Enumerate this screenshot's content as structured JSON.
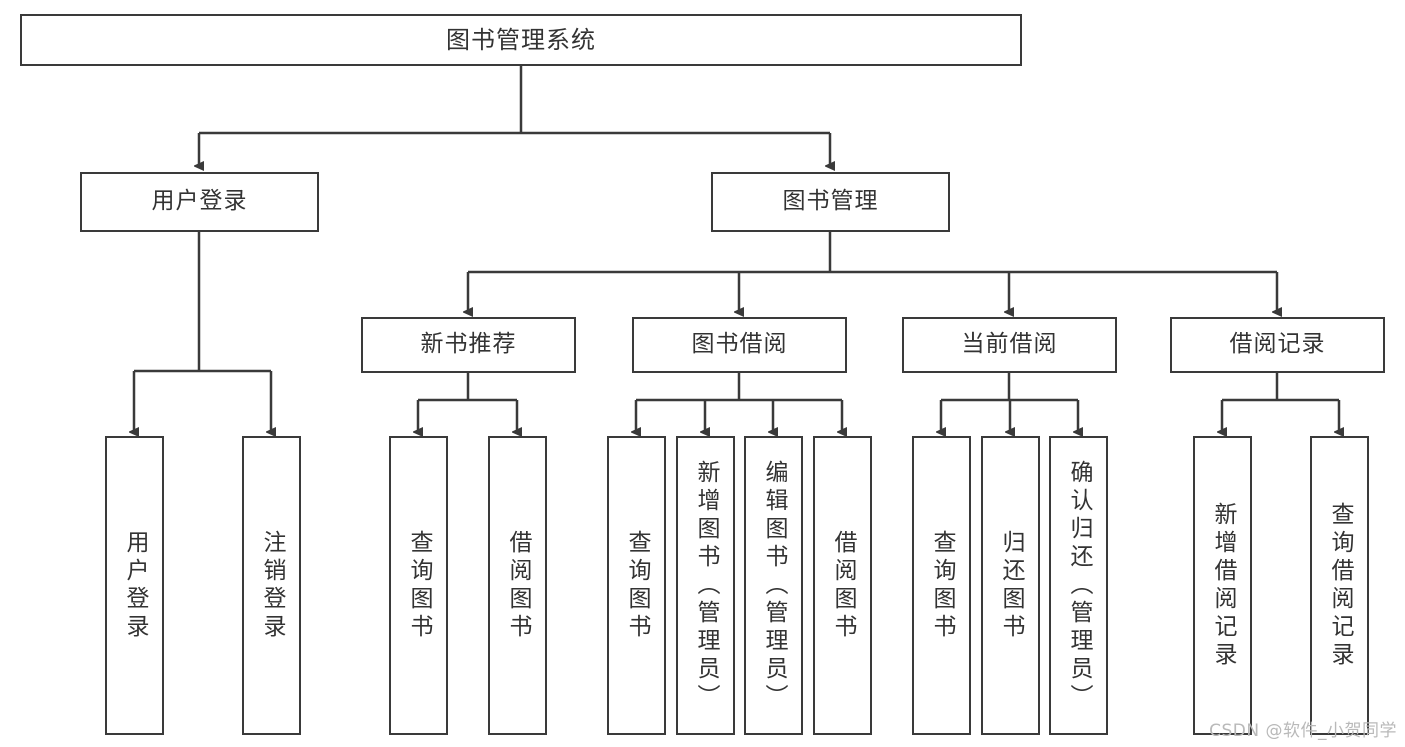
{
  "diagram": {
    "title": "图书管理系统",
    "type": "tree-hierarchy-chart",
    "root": {
      "id": "root",
      "label": "图书管理系统"
    },
    "level2": [
      {
        "id": "user-login",
        "label": "用户登录"
      },
      {
        "id": "book-manage",
        "label": "图书管理"
      }
    ],
    "level3": [
      {
        "id": "new-book-recommend",
        "label": "新书推荐",
        "parent": "book-manage"
      },
      {
        "id": "book-borrow",
        "label": "图书借阅",
        "parent": "book-manage"
      },
      {
        "id": "current-borrow",
        "label": "当前借阅",
        "parent": "book-manage"
      },
      {
        "id": "borrow-record",
        "label": "借阅记录",
        "parent": "book-manage"
      }
    ],
    "leaves": {
      "user_login": [
        {
          "id": "leaf-user-login",
          "label": "用户登录"
        },
        {
          "id": "leaf-user-logout",
          "label": "注销登录"
        }
      ],
      "new_book_recommend": [
        {
          "id": "leaf-query-book-1",
          "label": "查询图书"
        },
        {
          "id": "leaf-borrow-book-1",
          "label": "借阅图书"
        }
      ],
      "book_borrow": [
        {
          "id": "leaf-query-book-2",
          "label": "查询图书"
        },
        {
          "id": "leaf-add-book",
          "label": "新增图书（管理员）"
        },
        {
          "id": "leaf-edit-book",
          "label": "编辑图书（管理员）"
        },
        {
          "id": "leaf-borrow-book-2",
          "label": "借阅图书"
        }
      ],
      "current_borrow": [
        {
          "id": "leaf-query-book-3",
          "label": "查询图书"
        },
        {
          "id": "leaf-return-book",
          "label": "归还图书"
        },
        {
          "id": "leaf-confirm-return",
          "label": "确认归还（管理员）"
        }
      ],
      "borrow_record": [
        {
          "id": "leaf-add-record",
          "label": "新增借阅记录"
        },
        {
          "id": "leaf-query-record",
          "label": "查询借阅记录"
        }
      ]
    }
  },
  "watermark": {
    "text": "CSDN @软件_小贺同学"
  },
  "colors": {
    "stroke": "#3a3a3a",
    "text": "#333333",
    "background": "#ffffff",
    "watermark": "#b9b9b9"
  }
}
